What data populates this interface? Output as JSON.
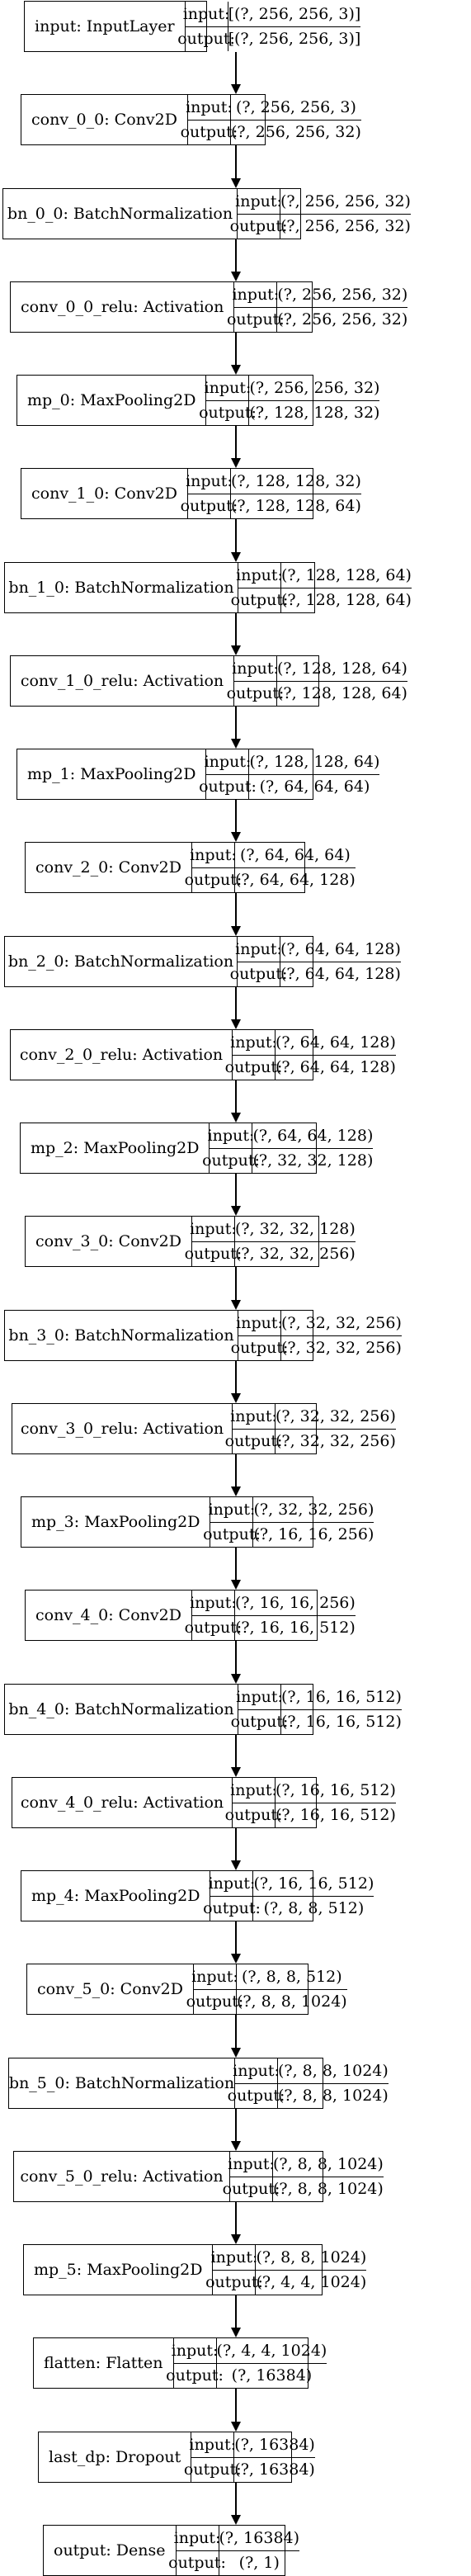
{
  "diagram": {
    "nodes": [
      {
        "name": "input: InputLayer",
        "input_label": "input:",
        "input": "[(?, 256, 256, 3)]",
        "output_label": "output:",
        "output": "[(?, 256, 256, 3)]"
      },
      {
        "name": "conv_0_0: Conv2D",
        "input_label": "input:",
        "input": "(?, 256, 256, 3)",
        "output_label": "output:",
        "output": "(?, 256, 256, 32)"
      },
      {
        "name": "bn_0_0: BatchNormalization",
        "input_label": "input:",
        "input": "(?, 256, 256, 32)",
        "output_label": "output:",
        "output": "(?, 256, 256, 32)"
      },
      {
        "name": "conv_0_0_relu: Activation",
        "input_label": "input:",
        "input": "(?, 256, 256, 32)",
        "output_label": "output:",
        "output": "(?, 256, 256, 32)"
      },
      {
        "name": "mp_0: MaxPooling2D",
        "input_label": "input:",
        "input": "(?, 256, 256, 32)",
        "output_label": "output:",
        "output": "(?, 128, 128, 32)"
      },
      {
        "name": "conv_1_0: Conv2D",
        "input_label": "input:",
        "input": "(?, 128, 128, 32)",
        "output_label": "output:",
        "output": "(?, 128, 128, 64)"
      },
      {
        "name": "bn_1_0: BatchNormalization",
        "input_label": "input:",
        "input": "(?, 128, 128, 64)",
        "output_label": "output:",
        "output": "(?, 128, 128, 64)"
      },
      {
        "name": "conv_1_0_relu: Activation",
        "input_label": "input:",
        "input": "(?, 128, 128, 64)",
        "output_label": "output:",
        "output": "(?, 128, 128, 64)"
      },
      {
        "name": "mp_1: MaxPooling2D",
        "input_label": "input:",
        "input": "(?, 128, 128, 64)",
        "output_label": "output:",
        "output": "(?, 64, 64, 64)"
      },
      {
        "name": "conv_2_0: Conv2D",
        "input_label": "input:",
        "input": "(?, 64, 64, 64)",
        "output_label": "output:",
        "output": "(?, 64, 64, 128)"
      },
      {
        "name": "bn_2_0: BatchNormalization",
        "input_label": "input:",
        "input": "(?, 64, 64, 128)",
        "output_label": "output:",
        "output": "(?, 64, 64, 128)"
      },
      {
        "name": "conv_2_0_relu: Activation",
        "input_label": "input:",
        "input": "(?, 64, 64, 128)",
        "output_label": "output:",
        "output": "(?, 64, 64, 128)"
      },
      {
        "name": "mp_2: MaxPooling2D",
        "input_label": "input:",
        "input": "(?, 64, 64, 128)",
        "output_label": "output:",
        "output": "(?, 32, 32, 128)"
      },
      {
        "name": "conv_3_0: Conv2D",
        "input_label": "input:",
        "input": "(?, 32, 32, 128)",
        "output_label": "output:",
        "output": "(?, 32, 32, 256)"
      },
      {
        "name": "bn_3_0: BatchNormalization",
        "input_label": "input:",
        "input": "(?, 32, 32, 256)",
        "output_label": "output:",
        "output": "(?, 32, 32, 256)"
      },
      {
        "name": "conv_3_0_relu: Activation",
        "input_label": "input:",
        "input": "(?, 32, 32, 256)",
        "output_label": "output:",
        "output": "(?, 32, 32, 256)"
      },
      {
        "name": "mp_3: MaxPooling2D",
        "input_label": "input:",
        "input": "(?, 32, 32, 256)",
        "output_label": "output:",
        "output": "(?, 16, 16, 256)"
      },
      {
        "name": "conv_4_0: Conv2D",
        "input_label": "input:",
        "input": "(?, 16, 16, 256)",
        "output_label": "output:",
        "output": "(?, 16, 16, 512)"
      },
      {
        "name": "bn_4_0: BatchNormalization",
        "input_label": "input:",
        "input": "(?, 16, 16, 512)",
        "output_label": "output:",
        "output": "(?, 16, 16, 512)"
      },
      {
        "name": "conv_4_0_relu: Activation",
        "input_label": "input:",
        "input": "(?, 16, 16, 512)",
        "output_label": "output:",
        "output": "(?, 16, 16, 512)"
      },
      {
        "name": "mp_4: MaxPooling2D",
        "input_label": "input:",
        "input": "(?, 16, 16, 512)",
        "output_label": "output:",
        "output": "(?, 8, 8, 512)"
      },
      {
        "name": "conv_5_0: Conv2D",
        "input_label": "input:",
        "input": "(?, 8, 8, 512)",
        "output_label": "output:",
        "output": "(?, 8, 8, 1024)"
      },
      {
        "name": "bn_5_0: BatchNormalization",
        "input_label": "input:",
        "input": "(?, 8, 8, 1024)",
        "output_label": "output:",
        "output": "(?, 8, 8, 1024)"
      },
      {
        "name": "conv_5_0_relu: Activation",
        "input_label": "input:",
        "input": "(?, 8, 8, 1024)",
        "output_label": "output:",
        "output": "(?, 8, 8, 1024)"
      },
      {
        "name": "mp_5: MaxPooling2D",
        "input_label": "input:",
        "input": "(?, 8, 8, 1024)",
        "output_label": "output:",
        "output": "(?, 4, 4, 1024)"
      },
      {
        "name": "flatten: Flatten",
        "input_label": "input:",
        "input": "(?, 4, 4, 1024)",
        "output_label": "output:",
        "output": "(?, 16384)"
      },
      {
        "name": "last_dp: Dropout",
        "input_label": "input:",
        "input": "(?, 16384)",
        "output_label": "output:",
        "output": "(?, 16384)"
      },
      {
        "name": "output: Dense",
        "input_label": "input:",
        "input": "(?, 16384)",
        "output_label": "output:",
        "output": "(?, 1)"
      }
    ]
  }
}
